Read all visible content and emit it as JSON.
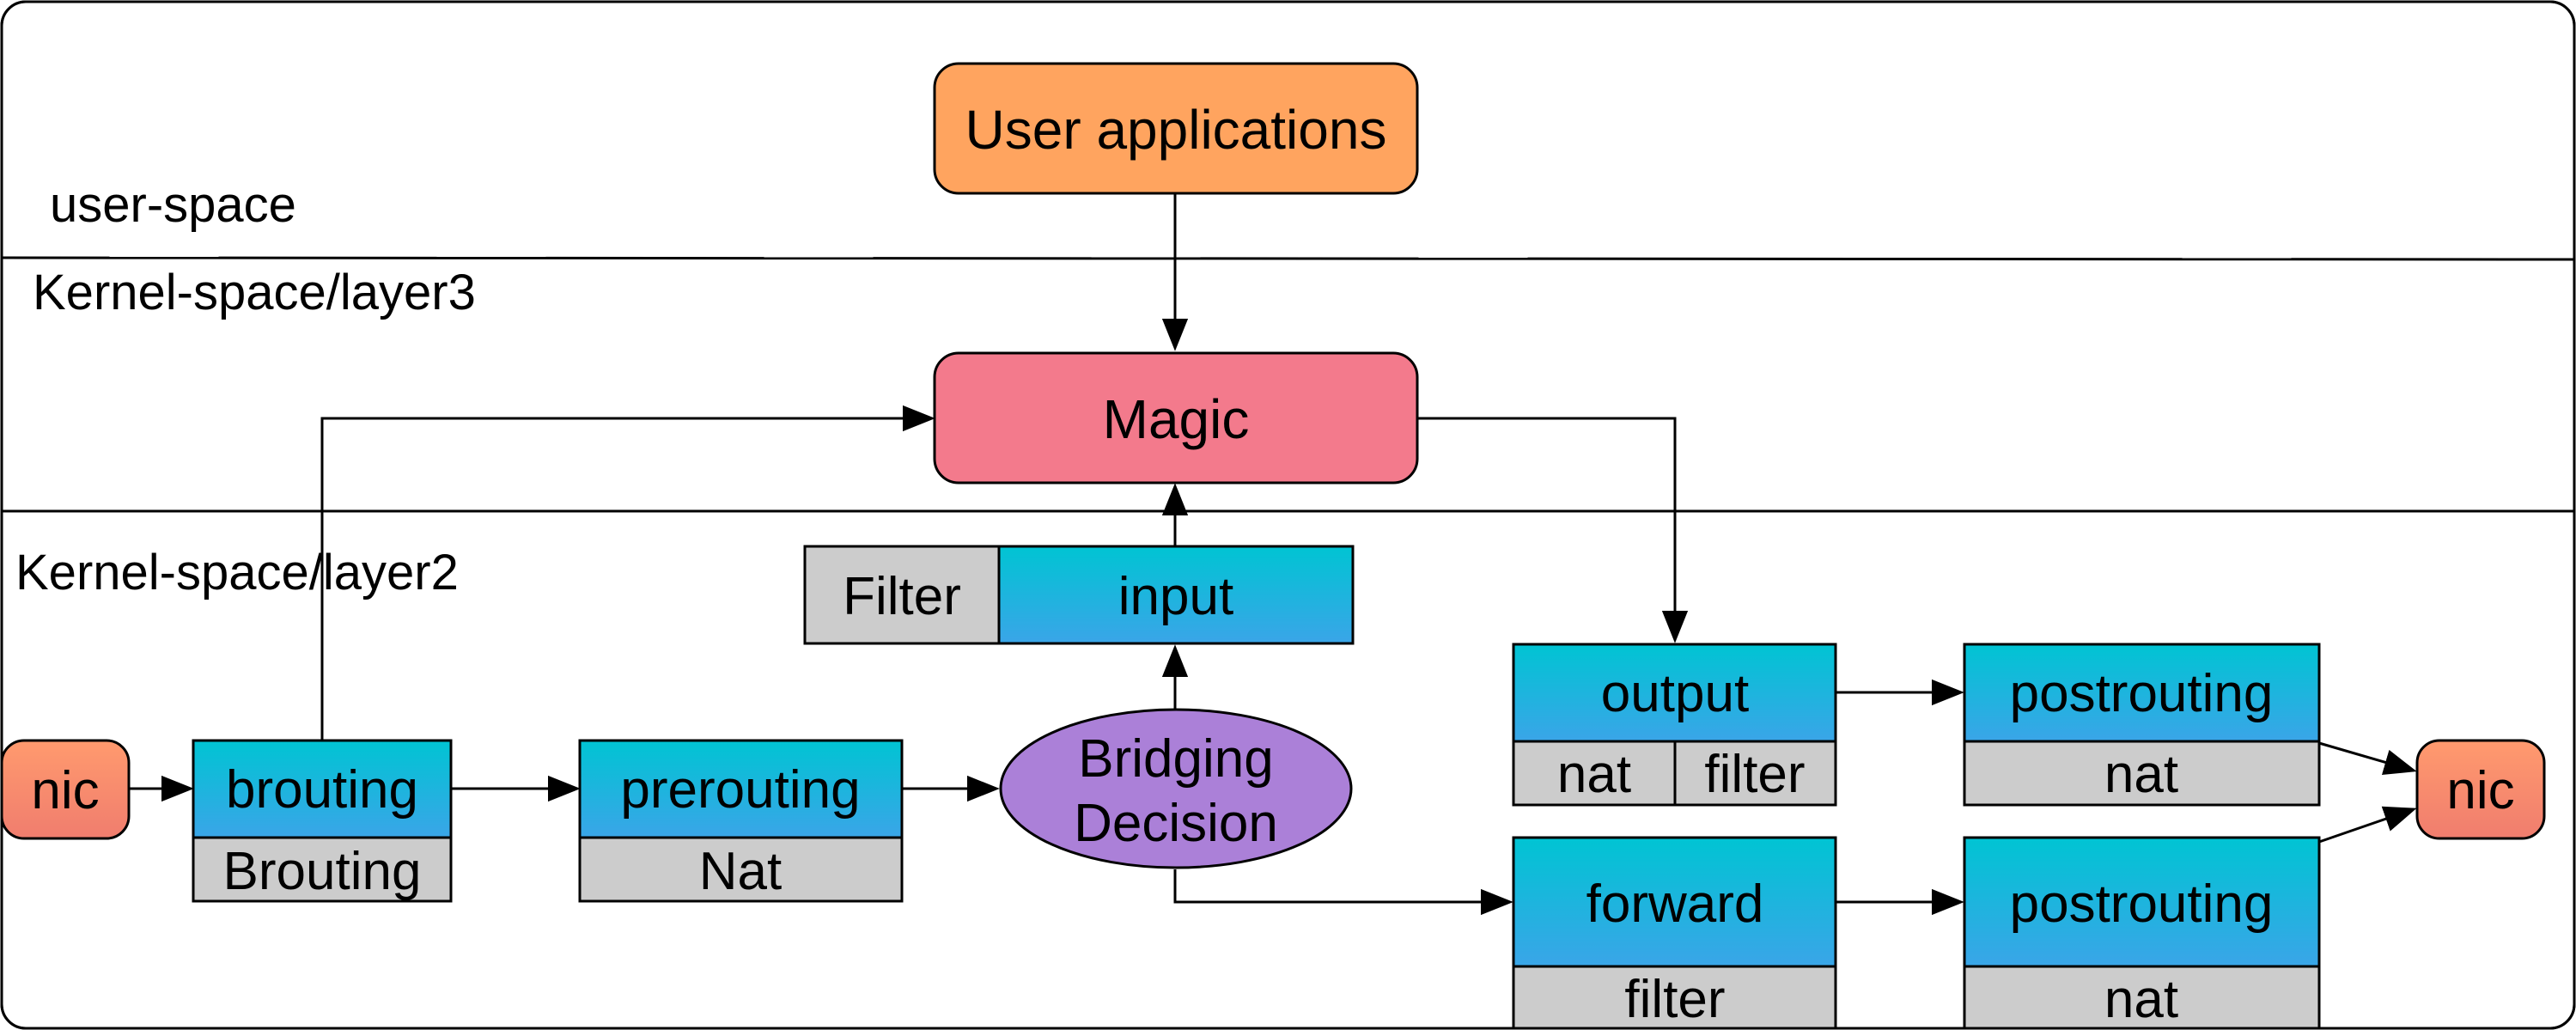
{
  "colors": {
    "user_app_fill": "#ffa45f",
    "magic_fill": "#f37a8c",
    "nic_fill_top": "#ff9a6e",
    "nic_fill_bottom": "#f07d6e",
    "chain_top": "#00c4d3",
    "chain_bottom": "#3aa5e8",
    "table_fill": "#cccccc",
    "decision_fill": "#ab80d8",
    "line": "#000000"
  },
  "zones": {
    "user_space": "user-space",
    "kernel_l3": "Kernel-space/layer3",
    "kernel_l2": "Kernel-space/layer2"
  },
  "nodes": {
    "user_applications": "User applications",
    "magic": "Magic",
    "nic_in": "nic",
    "nic_out": "nic",
    "bridging_decision_line1": "Bridging",
    "bridging_decision_line2": "Decision"
  },
  "chains": {
    "brouting": {
      "name": "brouting",
      "tables": [
        "Brouting"
      ]
    },
    "prerouting": {
      "name": "prerouting",
      "tables": [
        "Nat"
      ]
    },
    "input": {
      "name": "input",
      "tables": [
        "Filter"
      ]
    },
    "output": {
      "name": "output",
      "tables": [
        "nat",
        "filter"
      ]
    },
    "forward": {
      "name": "forward",
      "tables": [
        "filter"
      ]
    },
    "postrouting_out": {
      "name": "postrouting",
      "tables": [
        "nat"
      ]
    },
    "postrouting_fwd": {
      "name": "postrouting",
      "tables": [
        "nat"
      ]
    }
  }
}
